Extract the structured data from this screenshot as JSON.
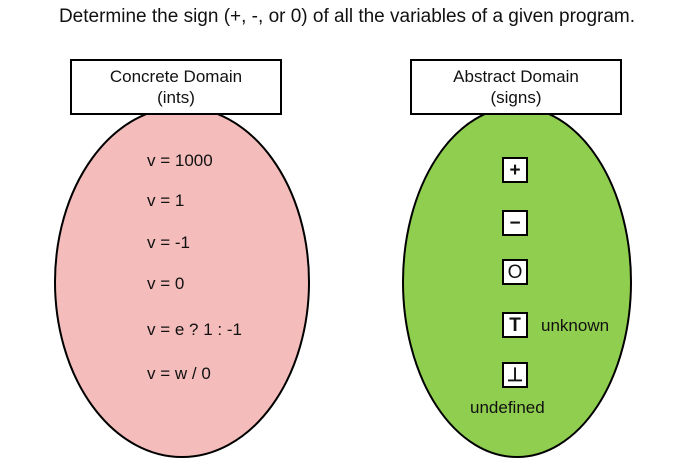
{
  "heading": "Determine the sign (+, -, or 0) of all the variables of a given program.",
  "concrete": {
    "title": "Concrete Domain",
    "subtitle": "(ints)",
    "fill": "#f4bcbb",
    "values": [
      "v = 1000",
      "v = 1",
      "v = -1",
      "v = 0",
      "v = e ? 1 : -1",
      "v = w / 0"
    ]
  },
  "abstract": {
    "title": "Abstract Domain",
    "subtitle": "(signs)",
    "fill": "#8fce4f",
    "symbols": [
      {
        "glyph": "+",
        "icon": "plus-symbol-icon",
        "label": ""
      },
      {
        "glyph": "−",
        "icon": "minus-symbol-icon",
        "label": ""
      },
      {
        "glyph": "O",
        "icon": "zero-symbol-icon",
        "label": ""
      },
      {
        "glyph": "T",
        "icon": "top-symbol-icon",
        "label": "unknown"
      },
      {
        "glyph": "⊥",
        "icon": "bottom-symbol-icon",
        "label": "undefined"
      }
    ]
  }
}
